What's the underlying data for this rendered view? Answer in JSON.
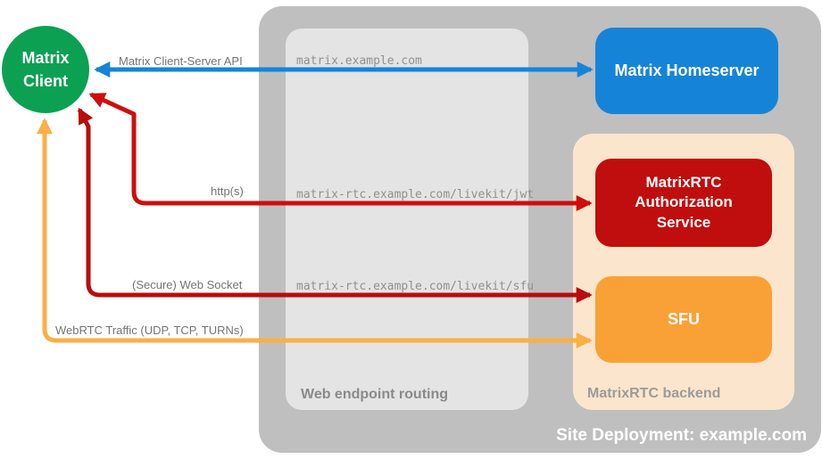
{
  "canvas": {
    "background": "#FFFFFF"
  },
  "colors": {
    "client_green": "#0BA052",
    "homeserver_blue": "#1584D8",
    "auth_service_red": "#C00D0D",
    "sfu_orange": "#F9A136",
    "arrow_blue": "#1584D8",
    "arrow_red_http": "#CE0E0E",
    "arrow_red_websocket": "#B80D0D",
    "arrow_orange": "#FBAF45",
    "site_container_gray": "#BFBFBF",
    "routing_box_gray": "#E4E4E4",
    "backend_box_peach": "#FCE5CD"
  },
  "client": {
    "line1": "Matrix",
    "line2": "Client"
  },
  "site_container": {
    "label": "Site Deployment: example.com"
  },
  "routing": {
    "label": "Web endpoint routing",
    "endpoints": [
      "matrix.example.com",
      "matrix-rtc.example.com/livekit/jwt",
      "matrix-rtc.example.com/livekit/sfu"
    ]
  },
  "backend": {
    "label": "MatrixRTC backend",
    "auth_service_label": "MatrixRTC Authorization Service",
    "sfu_label": "SFU"
  },
  "homeserver": {
    "label": "Matrix Homeserver"
  },
  "arrows": {
    "client_server_api": {
      "label": "Matrix Client-Server API"
    },
    "http": {
      "label": "http(s)"
    },
    "websocket": {
      "label": "(Secure) Web Socket"
    },
    "webrtc": {
      "label": "WebRTC Traffic (UDP, TCP, TURNs)"
    }
  }
}
